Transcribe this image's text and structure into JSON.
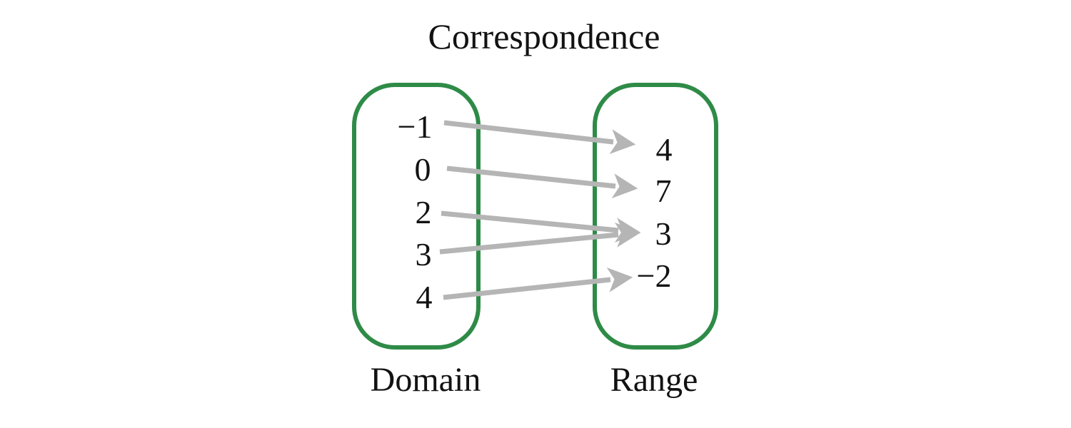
{
  "title": "Correspondence",
  "diagram": {
    "type": "mapping-diagram",
    "domain": {
      "label": "Domain",
      "values": [
        "−1",
        "0",
        "2",
        "3",
        "4"
      ]
    },
    "range": {
      "label": "Range",
      "values": [
        "4",
        "7",
        "3",
        "−2"
      ]
    },
    "mappings": [
      {
        "from": "−1",
        "to": "4"
      },
      {
        "from": "0",
        "to": "7"
      },
      {
        "from": "2",
        "to": "3"
      },
      {
        "from": "3",
        "to": "3"
      },
      {
        "from": "4",
        "to": "−2"
      }
    ]
  },
  "colors": {
    "set_border": "#2e8b47",
    "arrow": "#b5b5b5",
    "text": "#121212",
    "background": "#ffffff"
  }
}
